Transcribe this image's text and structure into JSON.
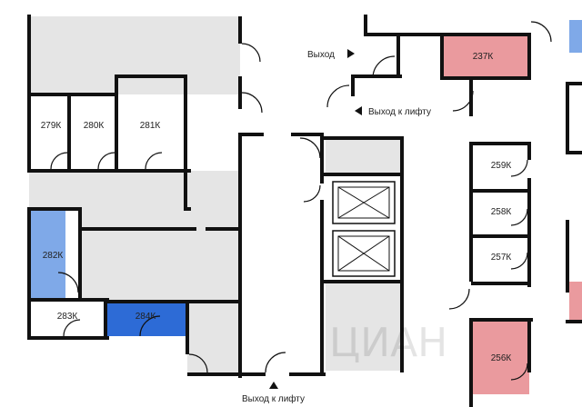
{
  "colors": {
    "corridor": "#e5e5e5",
    "wall": "#111111",
    "room_free": "#ffffff",
    "room_highlight_pink": "#ea9a9e",
    "room_highlight_lightblue": "#7fa9e8",
    "room_highlight_blue": "#2d6bd6",
    "text": "#222222"
  },
  "labels": {
    "exit": "Выход",
    "exit_to_elevator_top": "Выход к лифту",
    "exit_to_elevator_bottom": "Выход к лифту"
  },
  "rooms": [
    {
      "id": "279K",
      "label": "279К",
      "status": "free"
    },
    {
      "id": "280K",
      "label": "280К",
      "status": "free"
    },
    {
      "id": "281K",
      "label": "281К",
      "status": "free"
    },
    {
      "id": "282K",
      "label": "282К",
      "status": "highlight-lightblue"
    },
    {
      "id": "283K",
      "label": "283К",
      "status": "free"
    },
    {
      "id": "284K",
      "label": "284К",
      "status": "highlight-blue"
    },
    {
      "id": "237K",
      "label": "237К",
      "status": "highlight-pink"
    },
    {
      "id": "259K",
      "label": "259К",
      "status": "free"
    },
    {
      "id": "258K",
      "label": "258К",
      "status": "free"
    },
    {
      "id": "257K",
      "label": "257К",
      "status": "free"
    },
    {
      "id": "256K",
      "label": "256К",
      "status": "highlight-pink"
    }
  ],
  "icons": {
    "exit_arrow": "arrow-right-icon",
    "exit_elevator_arrow_top": "arrow-left-icon",
    "exit_elevator_arrow_bottom": "arrow-up-icon",
    "elevator": "elevator-cross-icon"
  },
  "watermark": {
    "text": "ЦИАН"
  }
}
